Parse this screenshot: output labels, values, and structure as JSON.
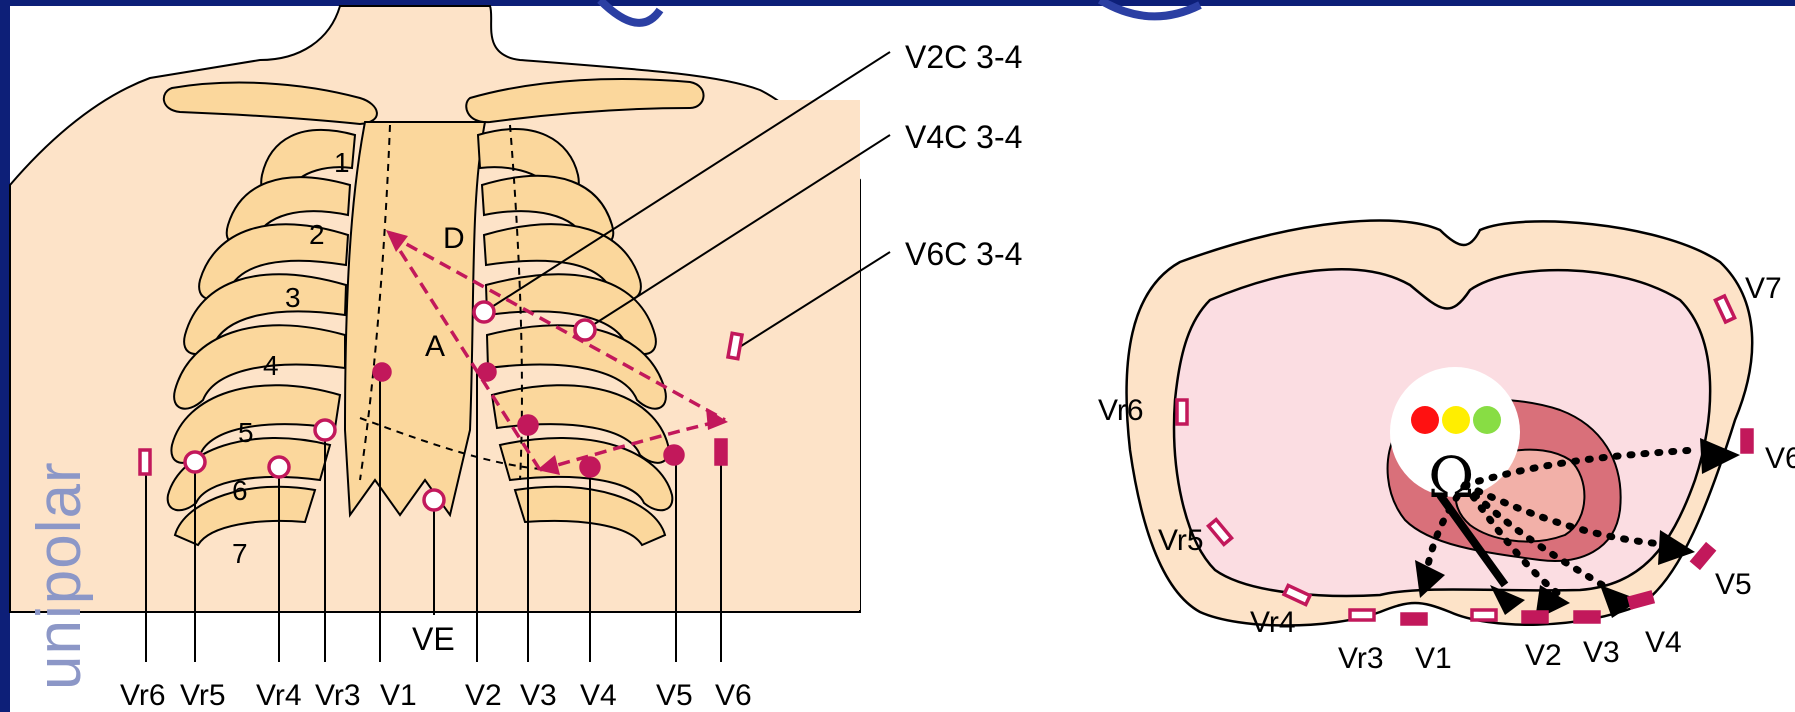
{
  "side_label": "unipolar",
  "chest": {
    "rib_numbers": [
      "1",
      "2",
      "3",
      "4",
      "5",
      "6",
      "7"
    ],
    "region_labels": {
      "D": "D",
      "A": "A"
    },
    "bottom_leads": [
      "Vr6",
      "Vr5",
      "Vr4",
      "Vr3",
      "V1",
      "V2",
      "V3",
      "V4",
      "V5",
      "V6"
    ],
    "ve_label": "VE",
    "callouts": [
      "V2C 3-4",
      "V4C 3-4",
      "V6C 3-4"
    ]
  },
  "cross_section": {
    "leads": [
      "V7",
      "V6",
      "V5",
      "V4",
      "V3",
      "V2",
      "V1",
      "Vr3",
      "Vr4",
      "Vr5",
      "Vr6"
    ],
    "omega": "Ω",
    "lights": [
      "#ff1111",
      "#ffee00",
      "#88dd44"
    ]
  },
  "colors": {
    "frame": "#0d1f78",
    "lead_marker": "#c2185b",
    "skin": "#fde3c8",
    "bone": "#fbd79c",
    "lung": "#fbdde2",
    "heart": "#d9707a"
  }
}
